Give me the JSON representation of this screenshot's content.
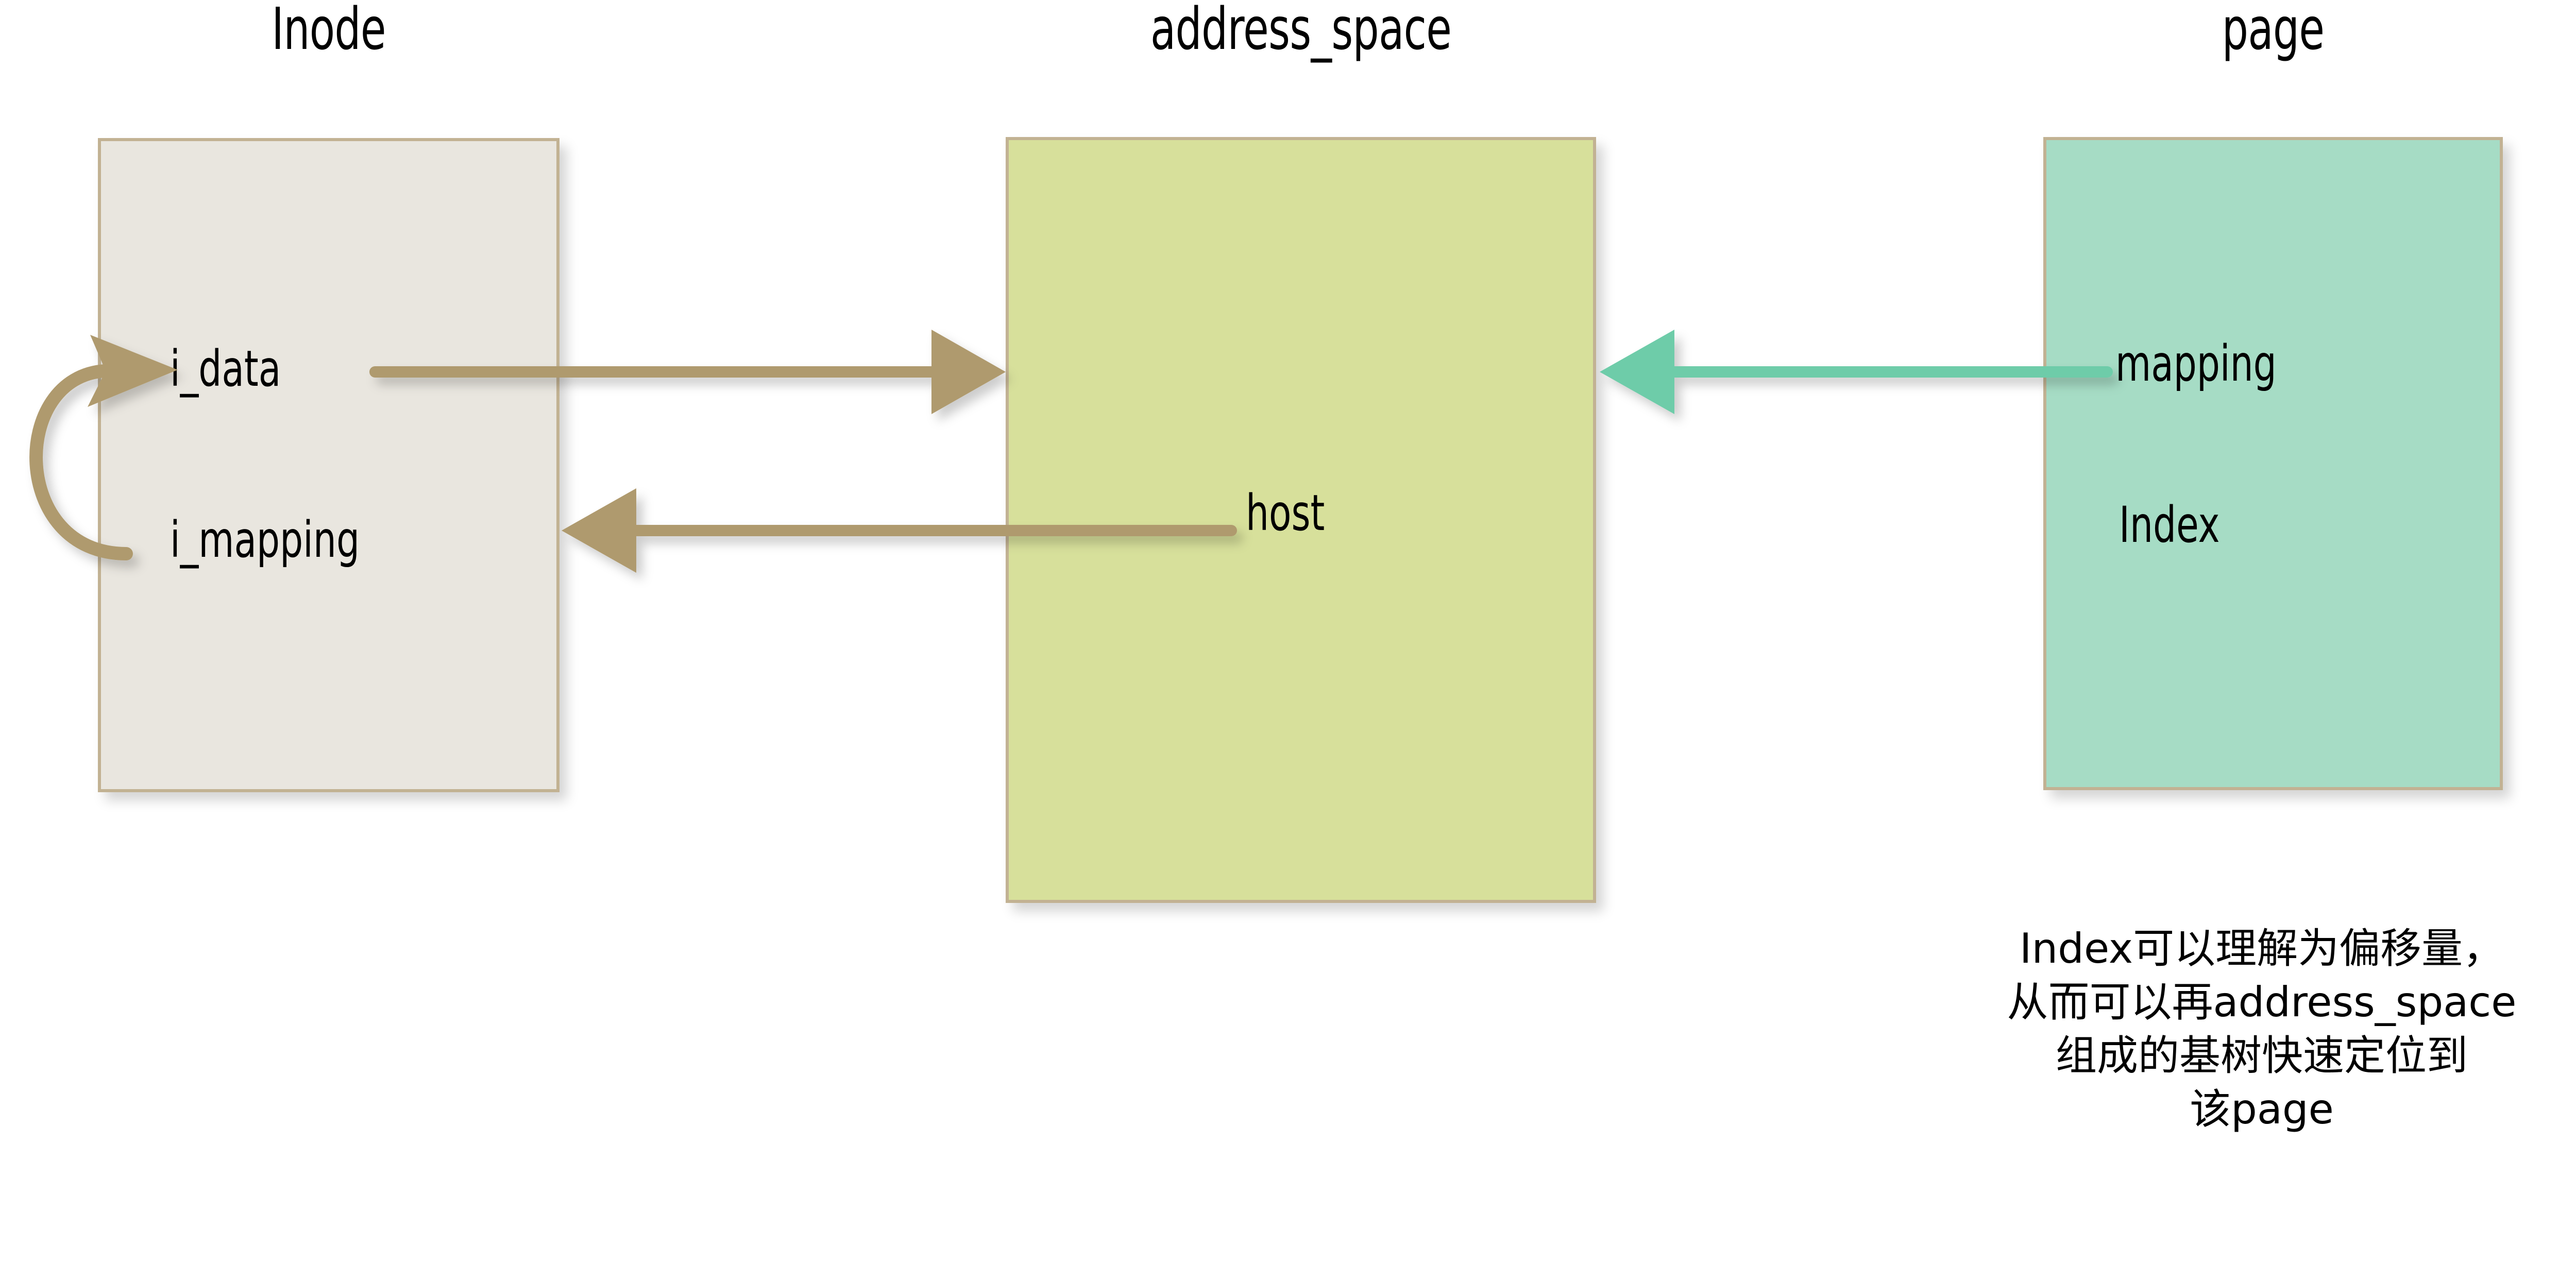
{
  "diagram": {
    "title_note": "Linux kernel inode / address_space / page relationship diagram",
    "background_color": "#FFFFFF",
    "boxes": [
      {
        "id": "inode",
        "title": "Inode",
        "fill": "#E9E6DF",
        "border": "#C2B293",
        "fields": [
          "i_data",
          "i_mapping"
        ]
      },
      {
        "id": "address_space",
        "title": "address_space",
        "fill": "#D7E09B",
        "border": "#C2B293",
        "fields": [
          "host"
        ]
      },
      {
        "id": "page",
        "title": "page",
        "fill": "#A6DCC5",
        "border": "#C2B293",
        "fields": [
          "mapping",
          "Index"
        ]
      }
    ],
    "labels": {
      "i_data": "i_data",
      "i_mapping": "i_mapping",
      "host": "host",
      "mapping": "mapping",
      "index": "Index"
    },
    "arrows": [
      {
        "id": "i-data-to-address-space",
        "from": "inode.i_data",
        "to": "address_space",
        "direction": "right",
        "color": "#AF9A6E"
      },
      {
        "id": "host-to-i-mapping",
        "from": "address_space.host",
        "to": "inode.i_mapping",
        "direction": "left",
        "color": "#AF9A6E"
      },
      {
        "id": "mapping-to-address-space",
        "from": "page.mapping",
        "to": "address_space",
        "direction": "left",
        "color": "#6ECCA9"
      },
      {
        "id": "i-mapping-to-i-data-loop",
        "from": "inode.i_mapping",
        "to": "inode.i_data",
        "direction": "curved-up",
        "color": "#AF9A6E"
      }
    ],
    "caption": {
      "line1_latin": "Index",
      "line1_cjk": "可以理解为偏移量，",
      "line2_cjk": "从而可以再",
      "line2_latin": "address_space",
      "line3_cjk": "组成的基树快速定位到",
      "line4_cjk": "该",
      "line4_latin": "page",
      "full_text": "Index可以理解为偏移量，从而可以再address_space组成的基树快速定位到该page"
    }
  }
}
